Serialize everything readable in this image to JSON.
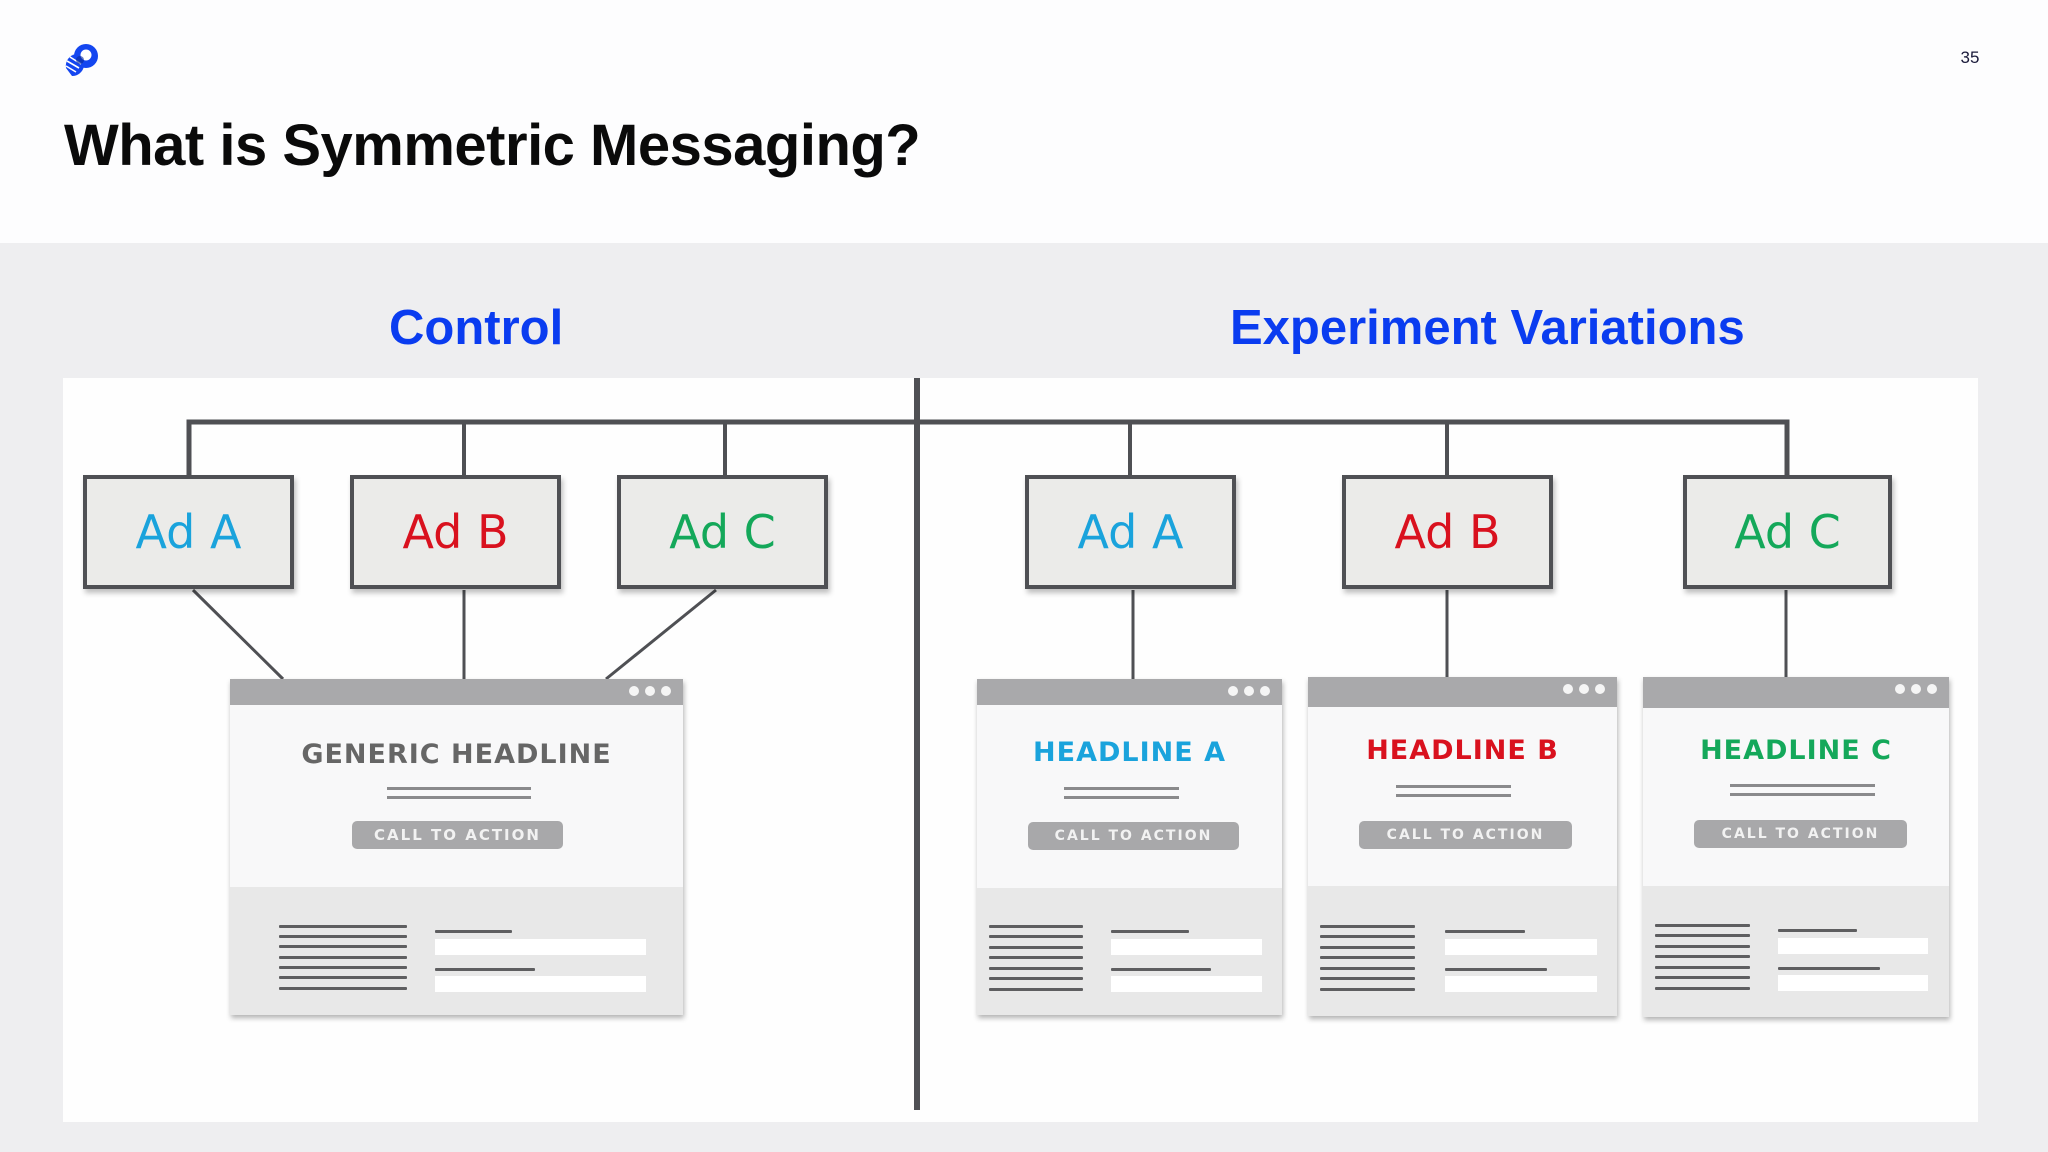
{
  "slide": {
    "title": "What is Symmetric Messaging?",
    "page_number": "35",
    "logo_icon": "rocket-ring-logo-icon",
    "colors": {
      "heading_blue": "#0a3cf0",
      "ad_a": "#1aa3dc",
      "ad_b": "#d9111e",
      "ad_c": "#14a85a",
      "connector": "#4f5054",
      "generic_gray": "#666666"
    }
  },
  "control": {
    "heading": "Control",
    "ads": [
      {
        "label": "Ad A",
        "color": "#1aa3dc"
      },
      {
        "label": "Ad B",
        "color": "#d9111e"
      },
      {
        "label": "Ad C",
        "color": "#14a85a"
      }
    ],
    "landing_page": {
      "headline": "GENERIC HEADLINE",
      "headline_color": "#666666",
      "cta": "CALL TO ACTION"
    }
  },
  "experiment": {
    "heading": "Experiment Variations",
    "ads": [
      {
        "label": "Ad A",
        "color": "#1aa3dc"
      },
      {
        "label": "Ad B",
        "color": "#d9111e"
      },
      {
        "label": "Ad C",
        "color": "#14a85a"
      }
    ],
    "landing_pages": [
      {
        "headline": "HEADLINE A",
        "headline_color": "#1aa3dc",
        "cta": "CALL TO ACTION"
      },
      {
        "headline": "HEADLINE B",
        "headline_color": "#d9111e",
        "cta": "CALL TO ACTION"
      },
      {
        "headline": "HEADLINE C",
        "headline_color": "#14a85a",
        "cta": "CALL TO ACTION"
      }
    ]
  }
}
